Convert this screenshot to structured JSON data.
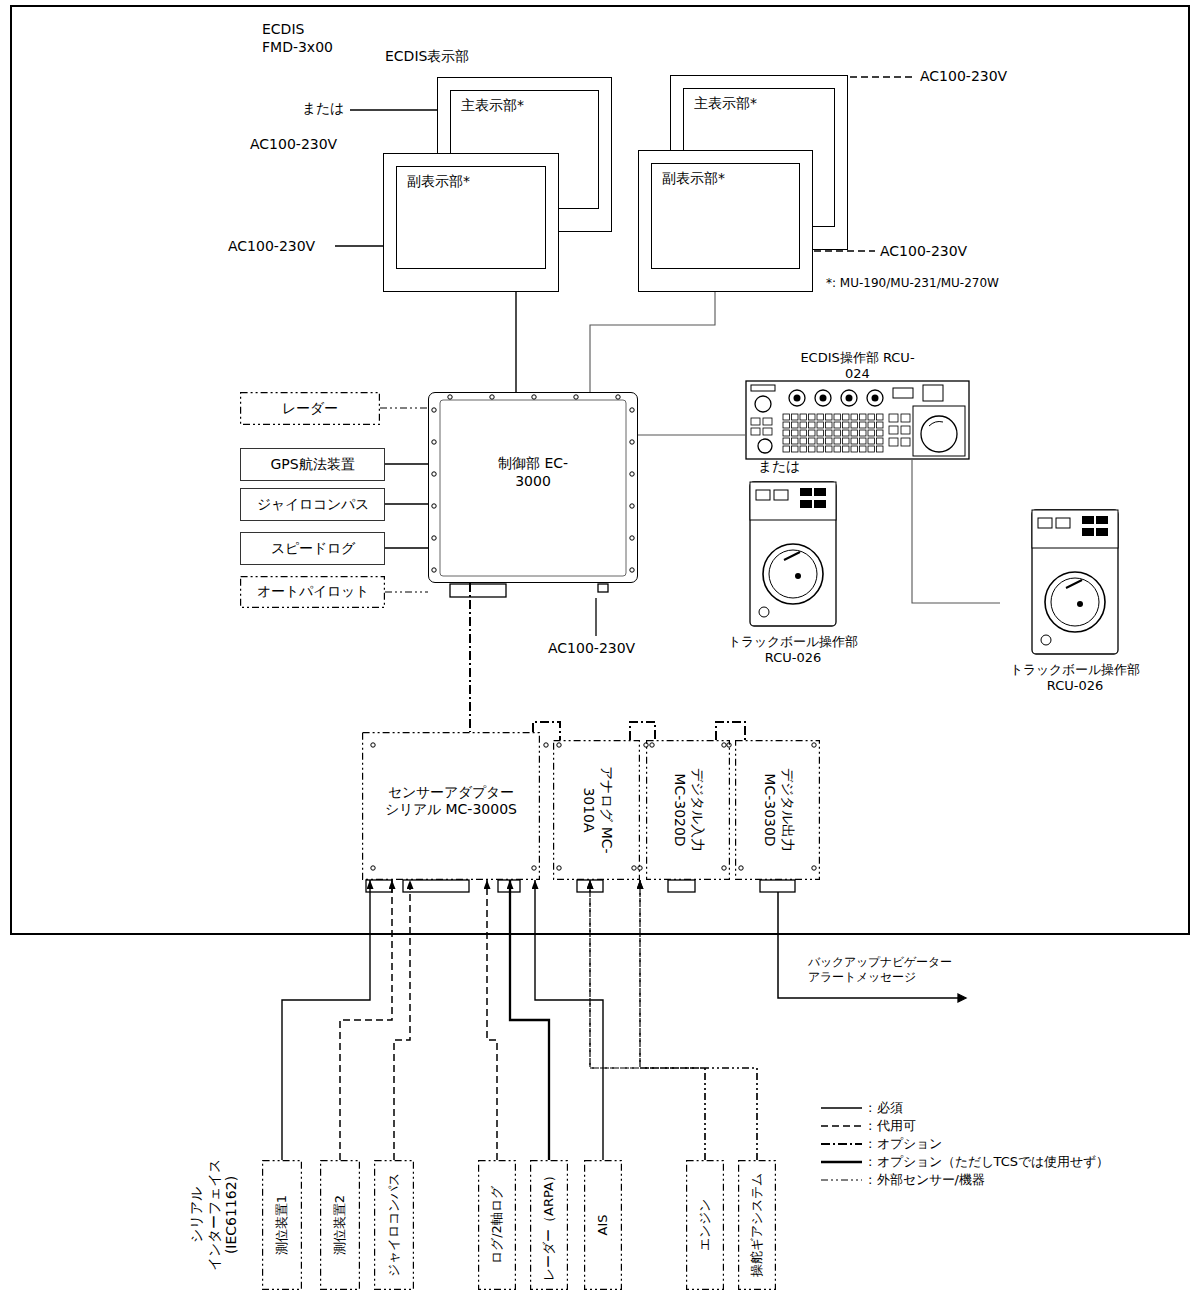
{
  "diagram": {
    "nodes": [
      {
        "text": [
          "ECDIS FMD-3x00"
        ]
      },
      {
        "text": [
          "主表示部*"
        ],
        "in": 0
      },
      {
        "text": [
          "副表示部*"
        ],
        "in": 0
      },
      {
        "text": [
          "主表示部*"
        ],
        "in": 0
      },
      {
        "text": [
          "副表示部*"
        ],
        "in": 0
      },
      {
        "text": [
          "レーダー"
        ],
        "in": 0
      },
      {
        "text": [
          "GPS航法装置"
        ],
        "in": 0
      },
      {
        "text": [
          "ジャイロコンパス"
        ],
        "in": 0
      },
      {
        "text": [
          "スピードログ"
        ],
        "in": 0
      },
      {
        "text": [
          "オートパイロット"
        ],
        "in": 0
      },
      {
        "text": [
          "制御部 EC-3000"
        ],
        "in": 0
      },
      {
        "text": [
          "ECDIS操作部 RCU-024"
        ],
        "in": 0
      },
      {
        "text": [
          "トラックボール操作部 RCU-026"
        ],
        "in": 0
      },
      {
        "text": [
          "トラックボール操作部 RCU-026"
        ],
        "in": 0
      },
      {
        "text": [
          "センサーアダプター シリアル MC-3000S"
        ],
        "in": 0
      },
      {
        "text": [
          "アナログ MC-3010A"
        ],
        "in": 0
      },
      {
        "text": [
          "デジタル入力 MC-3020D"
        ],
        "in": 0
      },
      {
        "text": [
          "デジタル出力 MC-3030D"
        ],
        "in": 0
      },
      {
        "text": [
          "測位装置1"
        ]
      },
      {
        "text": [
          "測位装置2"
        ]
      },
      {
        "text": [
          "ジャイロコンパス"
        ]
      },
      {
        "text": [
          "ログ/2軸ログ"
        ]
      },
      {
        "text": [
          "レーダー（ARPA）"
        ]
      },
      {
        "text": [
          "AIS"
        ]
      },
      {
        "text": [
          "エンジン"
        ]
      },
      {
        "text": [
          "操舵ギアシステム"
        ]
      }
    ],
    "edges": [
      {
        "from": 2,
        "to": 10,
        "arrow": "none"
      },
      {
        "from": 4,
        "to": 10,
        "arrow": "none"
      },
      {
        "from": 5,
        "to": 10,
        "arrow": "none"
      },
      {
        "from": 6,
        "to": 10,
        "arrow": "none"
      },
      {
        "from": 7,
        "to": 10,
        "arrow": "none"
      },
      {
        "from": 8,
        "to": 10,
        "arrow": "none"
      },
      {
        "from": 9,
        "to": 10,
        "arrow": "none"
      },
      {
        "from": 10,
        "to": 11,
        "arrow": "none"
      },
      {
        "from": 11,
        "to": 13,
        "arrow": "none"
      },
      {
        "from": 10,
        "to": 14,
        "arrow": "none"
      },
      {
        "from": 14,
        "to": 15,
        "arrow": "none"
      },
      {
        "from": 15,
        "to": 16,
        "arrow": "none"
      },
      {
        "from": 16,
        "to": 17,
        "arrow": "none"
      },
      {
        "from": 18,
        "to": 14,
        "arrow": "to"
      },
      {
        "from": 19,
        "to": 14,
        "arrow": "to"
      },
      {
        "from": 20,
        "to": 14,
        "arrow": "to"
      },
      {
        "from": 21,
        "to": 14,
        "arrow": "to"
      },
      {
        "from": 22,
        "to": 14,
        "arrow": "to"
      },
      {
        "from": 23,
        "to": 14,
        "arrow": "to"
      },
      {
        "from": 24,
        "to": 15,
        "arrow": "to"
      },
      {
        "from": 24,
        "to": 16,
        "arrow": "to"
      },
      {
        "from": 25,
        "to": 15,
        "arrow": "to"
      },
      {
        "from": 25,
        "to": 16,
        "arrow": "to"
      }
    ],
    "labels": [
      "ECDIS表示部",
      "または",
      "AC100-230V",
      "AC100-230V",
      "AC100-230V",
      "AC100-230V",
      "*: MU-190/MU-231/MU-270W",
      "AC100-230V",
      "または",
      "バックアップナビゲーター アラートメッセージ",
      "シリアル インターフェイス(IEC61162)"
    ],
    "legend": [
      {
        "text": ": 必須"
      },
      {
        "text": ": 代用可"
      },
      {
        "text": ": オプション"
      },
      {
        "text": ": オプション（ただしTCSでは使用せず）"
      },
      {
        "text": ": 外部センサー/機器"
      }
    ]
  }
}
